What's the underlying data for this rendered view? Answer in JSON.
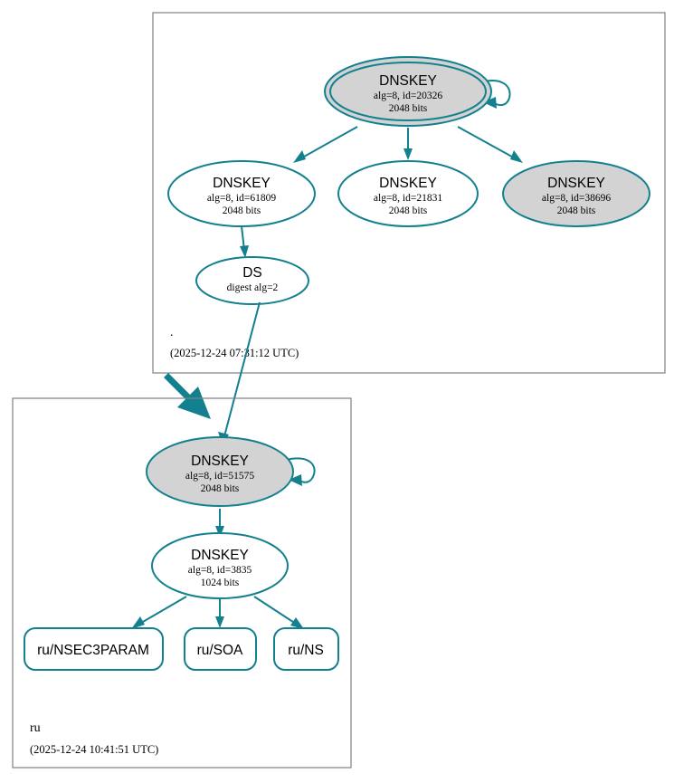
{
  "diagram": {
    "type": "dnssec-chain-of-trust",
    "zones": [
      {
        "id": "root",
        "name": ".",
        "timestamp": "(2025-12-24 07:31:12 UTC)",
        "nodes": [
          {
            "id": "root-ksk-20326",
            "kind": "DNSKEY",
            "title": "DNSKEY",
            "detail": "alg=8, id=20326",
            "size": "2048 bits",
            "role": "ksk-trust-anchor",
            "fill": "#d3d3d3",
            "double_border": true,
            "self_signed": true
          },
          {
            "id": "root-zsk-61809",
            "kind": "DNSKEY",
            "title": "DNSKEY",
            "detail": "alg=8, id=61809",
            "size": "2048 bits",
            "role": "zsk",
            "fill": "#ffffff",
            "double_border": false,
            "self_signed": false
          },
          {
            "id": "root-zsk-21831",
            "kind": "DNSKEY",
            "title": "DNSKEY",
            "detail": "alg=8, id=21831",
            "size": "2048 bits",
            "role": "zsk",
            "fill": "#ffffff",
            "double_border": false,
            "self_signed": false
          },
          {
            "id": "root-ksk-38696",
            "kind": "DNSKEY",
            "title": "DNSKEY",
            "detail": "alg=8, id=38696",
            "size": "2048 bits",
            "role": "ksk",
            "fill": "#d3d3d3",
            "double_border": false,
            "self_signed": false
          },
          {
            "id": "root-ds",
            "kind": "DS",
            "title": "DS",
            "detail": "digest alg=2",
            "size": "",
            "role": "ds",
            "fill": "#ffffff",
            "double_border": false,
            "self_signed": false
          }
        ]
      },
      {
        "id": "ru",
        "name": "ru",
        "timestamp": "(2025-12-24 10:41:51 UTC)",
        "nodes": [
          {
            "id": "ru-ksk-51575",
            "kind": "DNSKEY",
            "title": "DNSKEY",
            "detail": "alg=8, id=51575",
            "size": "2048 bits",
            "role": "ksk",
            "fill": "#d3d3d3",
            "double_border": false,
            "self_signed": true
          },
          {
            "id": "ru-zsk-3835",
            "kind": "DNSKEY",
            "title": "DNSKEY",
            "detail": "alg=8, id=3835",
            "size": "1024 bits",
            "role": "zsk",
            "fill": "#ffffff",
            "double_border": false,
            "self_signed": false
          }
        ],
        "rrsets": [
          {
            "id": "ru-nsec3param",
            "label": "ru/NSEC3PARAM"
          },
          {
            "id": "ru-soa",
            "label": "ru/SOA"
          },
          {
            "id": "ru-ns",
            "label": "ru/NS"
          }
        ]
      }
    ],
    "edges": [
      {
        "from": "root-ksk-20326",
        "to": "root-ksk-20326",
        "kind": "self-signature"
      },
      {
        "from": "root-ksk-20326",
        "to": "root-zsk-61809",
        "kind": "signature"
      },
      {
        "from": "root-ksk-20326",
        "to": "root-zsk-21831",
        "kind": "signature"
      },
      {
        "from": "root-ksk-20326",
        "to": "root-ksk-38696",
        "kind": "signature"
      },
      {
        "from": "root-zsk-61809",
        "to": "root-ds",
        "kind": "signature"
      },
      {
        "from": "root-ds",
        "to": "ru-ksk-51575",
        "kind": "ds-to-dnskey"
      },
      {
        "from": "root",
        "to": "ru",
        "kind": "delegation"
      },
      {
        "from": "ru-ksk-51575",
        "to": "ru-ksk-51575",
        "kind": "self-signature"
      },
      {
        "from": "ru-ksk-51575",
        "to": "ru-zsk-3835",
        "kind": "signature"
      },
      {
        "from": "ru-zsk-3835",
        "to": "ru-nsec3param",
        "kind": "signature"
      },
      {
        "from": "ru-zsk-3835",
        "to": "ru-soa",
        "kind": "signature"
      },
      {
        "from": "ru-zsk-3835",
        "to": "ru-ns",
        "kind": "signature"
      }
    ],
    "colors": {
      "accent": "#13808f",
      "node_fill_secure": "#d3d3d3",
      "node_fill_plain": "#ffffff",
      "zone_border": "#808080"
    }
  }
}
